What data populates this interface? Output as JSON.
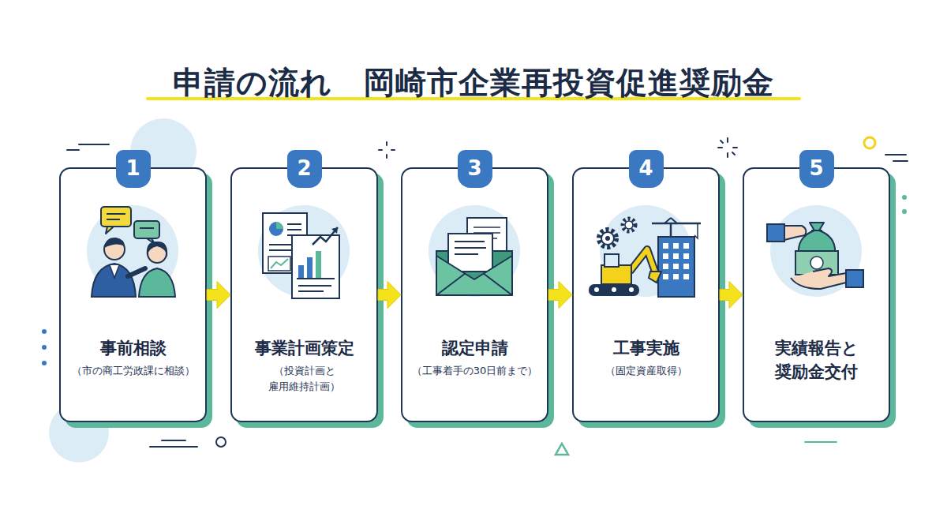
{
  "diagram": {
    "title": "申請の流れ　岡崎市企業再投資促進奨励金",
    "nodes": [
      {
        "text": [
          "1",
          "事前相談",
          "（市の商工労政課に相談）"
        ]
      },
      {
        "text": [
          "2",
          "事業計画策定",
          "（投資計画と 雇用維持計画）"
        ]
      },
      {
        "text": [
          "3",
          "認定申請",
          "（工事着手の30日前まで）"
        ]
      },
      {
        "text": [
          "4",
          "工事実施",
          "（固定資産取得）"
        ]
      },
      {
        "text": [
          "5",
          "実績報告と 奨励金交付"
        ]
      }
    ],
    "edges": [
      {
        "from": 0,
        "to": 1,
        "arrow": "to"
      },
      {
        "from": 1,
        "to": 2,
        "arrow": "to"
      },
      {
        "from": 2,
        "to": 3,
        "arrow": "to"
      },
      {
        "from": 3,
        "to": 4,
        "arrow": "to"
      }
    ]
  }
}
